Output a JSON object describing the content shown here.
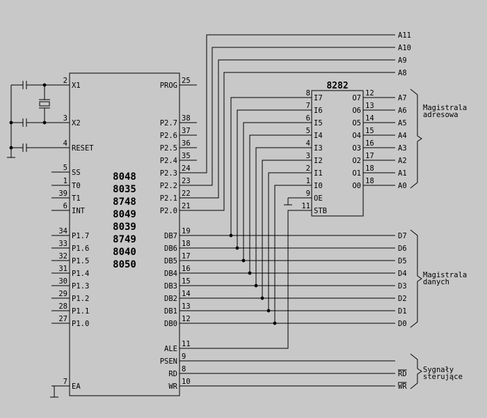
{
  "chip_names": [
    "8048",
    "8035",
    "8748",
    "8049",
    "8039",
    "8749",
    "8040",
    "8050"
  ],
  "latch": {
    "title": "8282",
    "inputs": [
      {
        "n": "8",
        "l": "I7"
      },
      {
        "n": "7",
        "l": "I6"
      },
      {
        "n": "6",
        "l": "I5"
      },
      {
        "n": "5",
        "l": "I4"
      },
      {
        "n": "4",
        "l": "I3"
      },
      {
        "n": "3",
        "l": "I2"
      },
      {
        "n": "2",
        "l": "I1"
      },
      {
        "n": "1",
        "l": "I0"
      }
    ],
    "outputs": [
      {
        "n": "12",
        "l": "O7",
        "net": "A7"
      },
      {
        "n": "13",
        "l": "O6",
        "net": "A6"
      },
      {
        "n": "14",
        "l": "O5",
        "net": "A5"
      },
      {
        "n": "15",
        "l": "O4",
        "net": "A4"
      },
      {
        "n": "16",
        "l": "O3",
        "net": "A3"
      },
      {
        "n": "17",
        "l": "O2",
        "net": "A2"
      },
      {
        "n": "18",
        "l": "O1",
        "net": "A1"
      },
      {
        "n": "18",
        "l": "O0",
        "net": "A0"
      }
    ],
    "oe": {
      "n": "9",
      "l": "OE"
    },
    "stb": {
      "n": "11",
      "l": "STB"
    }
  },
  "mcu_left": [
    {
      "n": "2",
      "l": "X1"
    },
    {
      "n": "3",
      "l": "X2"
    },
    {
      "n": "4",
      "l": "RESET",
      "bar": true
    },
    {
      "n": "5",
      "l": "SS",
      "bar": true
    },
    {
      "n": "1",
      "l": "T0"
    },
    {
      "n": "39",
      "l": "T1"
    },
    {
      "n": "6",
      "l": "INT",
      "bar": true
    },
    {
      "n": "34",
      "l": "P1.7"
    },
    {
      "n": "33",
      "l": "P1.6"
    },
    {
      "n": "32",
      "l": "P1.5"
    },
    {
      "n": "31",
      "l": "P1.4"
    },
    {
      "n": "30",
      "l": "P1.3"
    },
    {
      "n": "29",
      "l": "P1.2"
    },
    {
      "n": "28",
      "l": "P1.1"
    },
    {
      "n": "27",
      "l": "P1.0"
    },
    {
      "n": "7",
      "l": "EA"
    }
  ],
  "mcu_right": [
    {
      "n": "25",
      "l": "PROG"
    },
    {
      "n": "38",
      "l": "P2.7"
    },
    {
      "n": "37",
      "l": "P2.6"
    },
    {
      "n": "36",
      "l": "P2.5"
    },
    {
      "n": "35",
      "l": "P2.4"
    },
    {
      "n": "24",
      "l": "P2.3"
    },
    {
      "n": "23",
      "l": "P2.2"
    },
    {
      "n": "22",
      "l": "P2.1"
    },
    {
      "n": "21",
      "l": "P2.0"
    },
    {
      "n": "19",
      "l": "DB7",
      "net": "D7"
    },
    {
      "n": "18",
      "l": "DB6",
      "net": "D6"
    },
    {
      "n": "17",
      "l": "DB5",
      "net": "D5"
    },
    {
      "n": "16",
      "l": "DB4",
      "net": "D4"
    },
    {
      "n": "15",
      "l": "DB3",
      "net": "D3"
    },
    {
      "n": "14",
      "l": "DB2",
      "net": "D2"
    },
    {
      "n": "13",
      "l": "DB1",
      "net": "D1"
    },
    {
      "n": "12",
      "l": "DB0",
      "net": "D0"
    },
    {
      "n": "11",
      "l": "ALE"
    },
    {
      "n": "9",
      "l": "PSEN",
      "bar": true
    },
    {
      "n": "8",
      "l": "RD",
      "bar": true,
      "net": "RD"
    },
    {
      "n": "10",
      "l": "WR",
      "bar": true,
      "net": "WR"
    }
  ],
  "high_address": [
    "A11",
    "A10",
    "A9",
    "A8"
  ],
  "bus_labels": {
    "address": [
      "Magistrala",
      "adresowa"
    ],
    "data": [
      "Magistrala",
      "danych"
    ],
    "control": [
      "Sygnały",
      "sterujące"
    ]
  },
  "colors": {
    "background": "#c8c8c8",
    "ink": "#000000"
  }
}
